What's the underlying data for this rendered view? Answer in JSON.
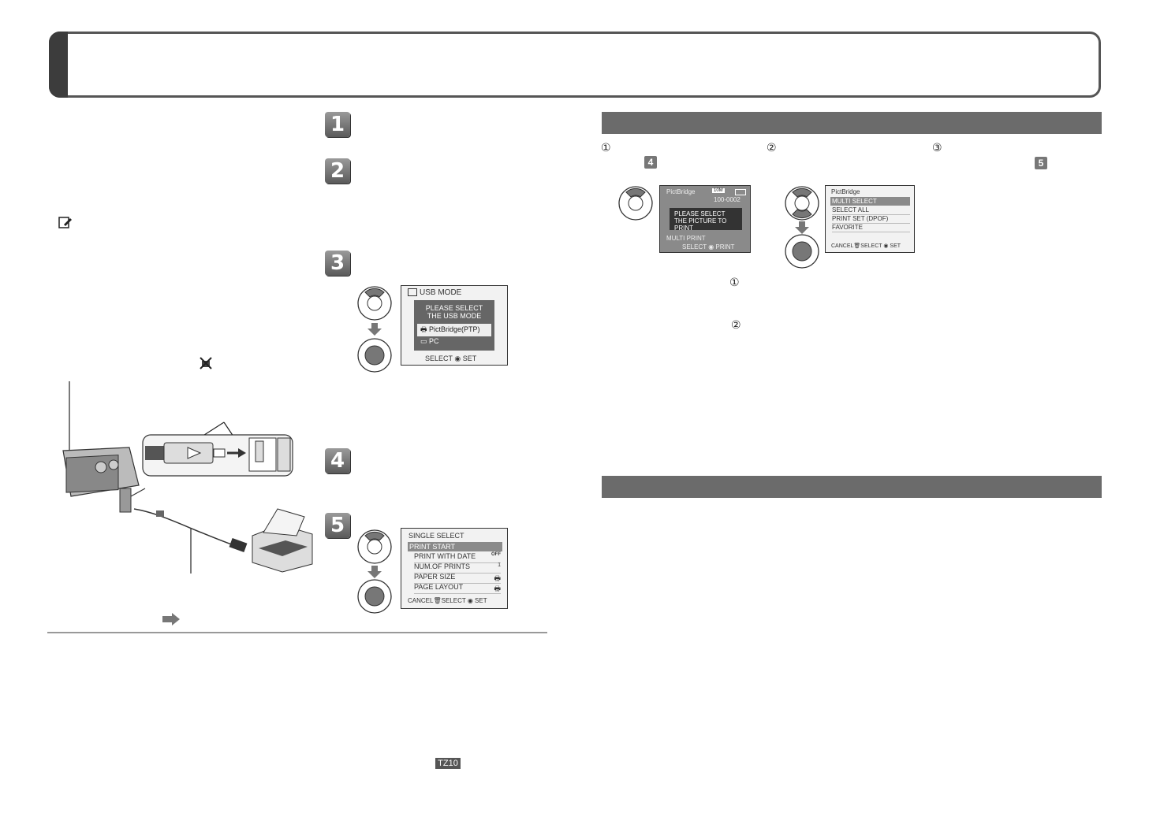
{
  "steps": {
    "s1": "1",
    "s2": "2",
    "s3": "3",
    "s4": "4",
    "s5": "5"
  },
  "circled": {
    "c1": "①",
    "c2": "②",
    "c3": "③",
    "note1": "①",
    "note2": "②"
  },
  "mini_steps": {
    "m4": "4",
    "m5": "5"
  },
  "usb_screen": {
    "title": "USB MODE",
    "message_line1": "PLEASE SELECT",
    "message_line2": "THE USB MODE",
    "option_pictbridge": "PictBridge(PTP)",
    "option_pc": "PC",
    "footer": "SELECT",
    "footer_set": "SET"
  },
  "select_screen": {
    "title": "SINGLE SELECT",
    "print_start": "PRINT START",
    "rows": [
      {
        "label": "PRINT WITH DATE",
        "value": "OFF"
      },
      {
        "label": "NUM.OF PRINTS",
        "value": "1"
      },
      {
        "label": "PAPER SIZE",
        "value": ""
      },
      {
        "label": "PAGE LAYOUT",
        "value": ""
      }
    ],
    "footer_cancel": "CANCEL",
    "footer_select": "SELECT",
    "footer_set": "SET"
  },
  "pictbridge_screen1": {
    "title": "PictBridge",
    "badge": "10M",
    "counter": "100-0002",
    "msg_line1": "PLEASE SELECT",
    "msg_line2": "THE PICTURE TO PRINT",
    "footer_line1": "MULTI PRINT",
    "footer_line2": "SELECT",
    "footer_line2_end": "PRINT"
  },
  "pictbridge_screen2": {
    "title": "PictBridge",
    "items": [
      "MULTI SELECT",
      "SELECT ALL",
      "PRINT SET (DPOF)",
      "FAVORITE"
    ],
    "footer_cancel": "CANCEL",
    "footer_select": "SELECT",
    "footer_set": "SET"
  },
  "footer_badge": "TZ10",
  "colors": {
    "banner_border": "#555555",
    "section_bar": "#6b6b6b",
    "step_badge": "#6a6a6a"
  }
}
